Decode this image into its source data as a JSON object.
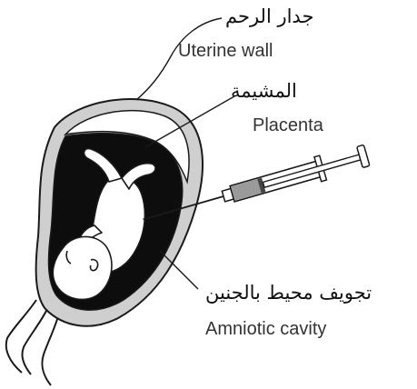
{
  "labels": {
    "uterine_wall": {
      "arabic": "جدار الرحم",
      "english": "Uterine wall"
    },
    "placenta": {
      "arabic": "المشيمة",
      "english": "Placenta"
    },
    "amniotic_cavity": {
      "arabic": "تجويف محيط بالجنين",
      "english": "Amniotic cavity"
    }
  },
  "colors": {
    "outline": "#1a1a1a",
    "uterine_wall_fill": "#cfcfcf",
    "cavity_fill": "#0d0d0d",
    "fetus_fill": "#ffffff",
    "syringe_fluid": "#9a9a9a"
  }
}
